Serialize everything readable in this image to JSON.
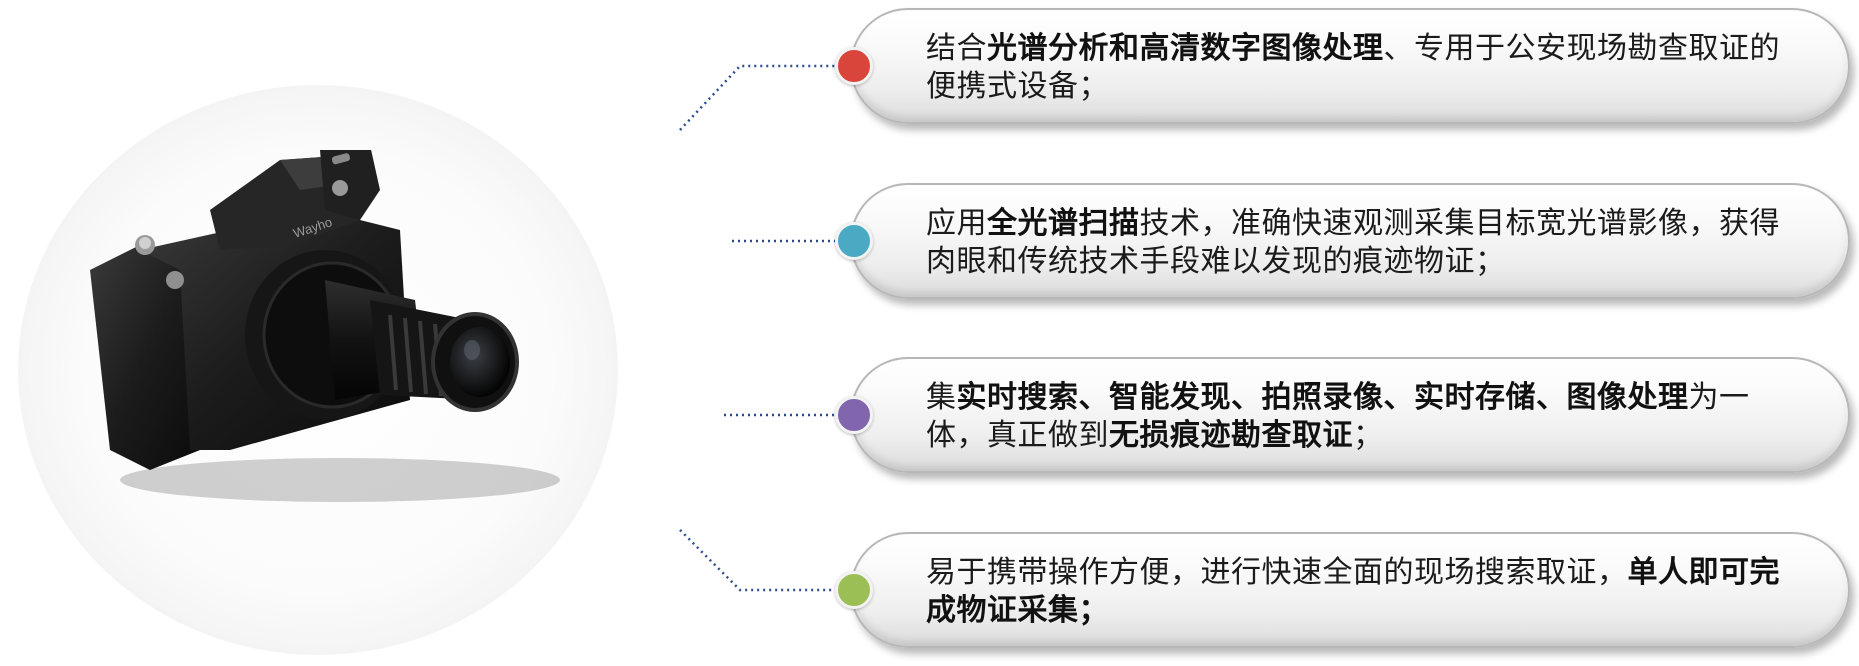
{
  "camera": {
    "brand": "Wayho"
  },
  "colors": {
    "dot_1": "#d9453a",
    "dot_2": "#4aaac4",
    "dot_3": "#8266ad",
    "dot_4": "#9bbf55",
    "connector": "#2d4d8a"
  },
  "items": [
    {
      "segments": [
        {
          "text": "结合",
          "bold": false
        },
        {
          "text": "光谱分析和高清数字图像处理",
          "bold": true
        },
        {
          "text": "、专用于公安现场勘查取证的便携式设备；",
          "bold": false
        }
      ]
    },
    {
      "segments": [
        {
          "text": "应用",
          "bold": false
        },
        {
          "text": "全光谱扫描",
          "bold": true
        },
        {
          "text": "技术，准确快速观测采集目标宽光谱影像，获得肉眼和传统技术手段难以发现的痕迹物证；",
          "bold": false
        }
      ]
    },
    {
      "segments": [
        {
          "text": "集",
          "bold": false
        },
        {
          "text": "实时搜索、智能发现、拍照录像、实时存储、图像处理",
          "bold": true
        },
        {
          "text": "为一体，真正做到",
          "bold": false
        },
        {
          "text": "无损痕迹勘查取证",
          "bold": true
        },
        {
          "text": "；",
          "bold": false
        }
      ]
    },
    {
      "segments": [
        {
          "text": "易于携带操作方便，进行快速全面的现场搜索取证，",
          "bold": false
        },
        {
          "text": "单人即可完成物证采集；",
          "bold": true
        }
      ]
    }
  ]
}
